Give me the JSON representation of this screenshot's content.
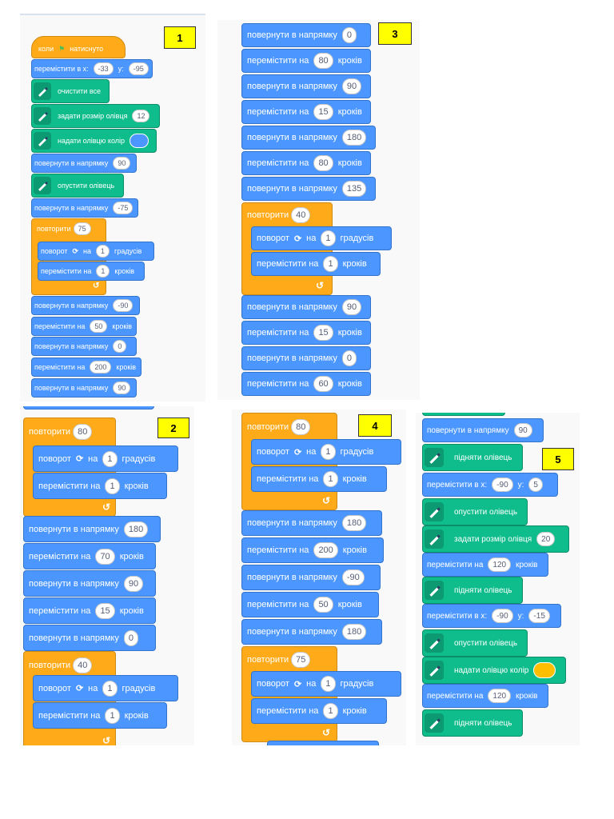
{
  "labels": [
    "1",
    "2",
    "3",
    "4",
    "5"
  ],
  "text": {
    "when_flag_clicked_pre": "коли",
    "when_flag_clicked_post": "натиснуто",
    "go_to_xy_x": "перемістити в x:",
    "go_to_xy_y": "y:",
    "clear": "очистити все",
    "set_pen_size": "задати розмір олівця",
    "set_pen_color": "надати олівцю колір",
    "point_in_direction": "повернути в напрямку",
    "pen_down": "опустити олівець",
    "pen_up": "підняти олівець",
    "repeat": "повторити",
    "turn": "поворот",
    "turn_on": "на",
    "degrees": "градусів",
    "move": "перемістити на",
    "steps": "кроків"
  },
  "colors": {
    "motion": "#4c97ff",
    "pen": "#0fbd8c",
    "control": "#ffab19",
    "pen_color_1": "#4c97ff",
    "pen_color_5": "#ffbf00"
  },
  "panels": {
    "p1": {
      "label": "1",
      "blocks": [
        "when_flag_clicked",
        "go_to_xy(-33,-95)",
        "clear",
        "set_pen_size(12)",
        "set_pen_color(blue)",
        "point_in_direction(90)",
        "pen_down",
        "point_in_direction(-75)",
        "repeat(75){turn(1), move(1)}",
        "point_in_direction(-90)",
        "move(50)",
        "point_in_direction(0)",
        "move(200)",
        "point_in_direction(90)"
      ],
      "values": {
        "x": "-33",
        "y": "-95",
        "size": "12",
        "dir1": "90",
        "dir2": "-75",
        "rep": "75",
        "turn": "1",
        "move": "1",
        "dir3": "-90",
        "move2": "50",
        "dir4": "0",
        "move3": "200",
        "dir5": "90"
      }
    },
    "p2": {
      "label": "2",
      "values": {
        "rep1": "80",
        "turn1": "1",
        "move1": "1",
        "dir1": "180",
        "move2": "70",
        "dir2": "90",
        "move3": "15",
        "dir3": "0",
        "rep2": "40",
        "turn2": "1",
        "move4": "1"
      }
    },
    "p3": {
      "label": "3",
      "values": {
        "dir1": "0",
        "move1": "80",
        "dir2": "90",
        "move2": "15",
        "dir3": "180",
        "move3": "80",
        "dir4": "135",
        "rep": "40",
        "turn": "1",
        "move4": "1",
        "dir5": "90",
        "move5": "15",
        "dir6": "0",
        "move6": "60"
      }
    },
    "p4": {
      "label": "4",
      "values": {
        "rep1": "80",
        "turn1": "1",
        "move1": "1",
        "dir1": "180",
        "move2": "200",
        "dir2": "-90",
        "move3": "50",
        "dir3": "180",
        "rep2": "75",
        "turn2": "1",
        "move4": "1"
      }
    },
    "p5": {
      "label": "5",
      "values": {
        "dir1": "90",
        "x1": "-90",
        "y1": "5",
        "size": "20",
        "move1": "120",
        "x2": "-90",
        "y2": "-15",
        "move2": "120"
      }
    }
  }
}
